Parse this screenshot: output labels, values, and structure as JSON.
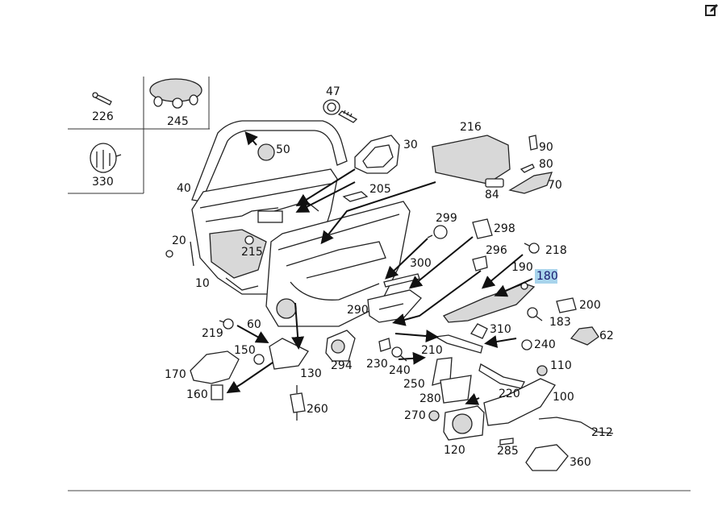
{
  "toolbar": {
    "edit_icon": "edit-icon"
  },
  "diagram": {
    "highlight_color": "#a8d4ec",
    "highlighted_part": "180",
    "labels": {
      "p226": "226",
      "p245": "245",
      "p330": "330",
      "p47": "47",
      "p50": "50",
      "p30": "30",
      "p216": "216",
      "p90": "90",
      "p80": "80",
      "p84": "84",
      "p70": "70",
      "p40": "40",
      "p205": "205",
      "p20": "20",
      "p215": "215",
      "p10": "10",
      "p299": "299",
      "p298": "298",
      "p296": "296",
      "p218": "218",
      "p300": "300",
      "p190": "190",
      "p180": "180",
      "p290": "290",
      "p200": "200",
      "p183": "183",
      "p62": "62",
      "p219": "219",
      "p60": "60",
      "p310": "310",
      "p150": "150",
      "p210": "210",
      "p240a": "240",
      "p240b": "240",
      "p294": "294",
      "p230": "230",
      "p130": "130",
      "p170": "170",
      "p110": "110",
      "p250": "250",
      "p220": "220",
      "p160": "160",
      "p280": "280",
      "p100": "100",
      "p260": "260",
      "p270": "270",
      "p212": "212",
      "p120": "120",
      "p285": "285",
      "p360": "360"
    }
  }
}
